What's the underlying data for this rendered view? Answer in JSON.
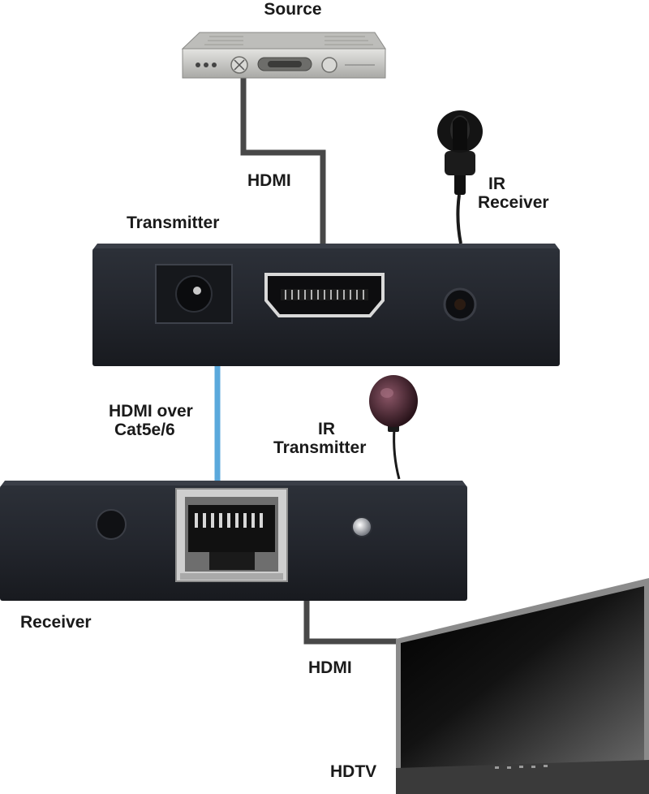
{
  "labels": {
    "source": "Source",
    "hdmi_top": "HDMI",
    "ir_receiver_line1": "IR",
    "ir_receiver_line2": "Receiver",
    "transmitter": "Transmitter",
    "hdmi_over_line1": "HDMI over",
    "hdmi_over_line2": "Cat5e/6",
    "ir_transmitter_line1": "IR",
    "ir_transmitter_line2": "Transmitter",
    "receiver": "Receiver",
    "hdmi_bottom": "HDMI",
    "hdtv": "HDTV"
  },
  "colors": {
    "device_body": "#22252c",
    "cat_cable": "#5ba9dc",
    "hdmi_cable": "#4a4a4a",
    "source_box": "#c9c9c6",
    "ir_bulb": "#3a1f28"
  }
}
